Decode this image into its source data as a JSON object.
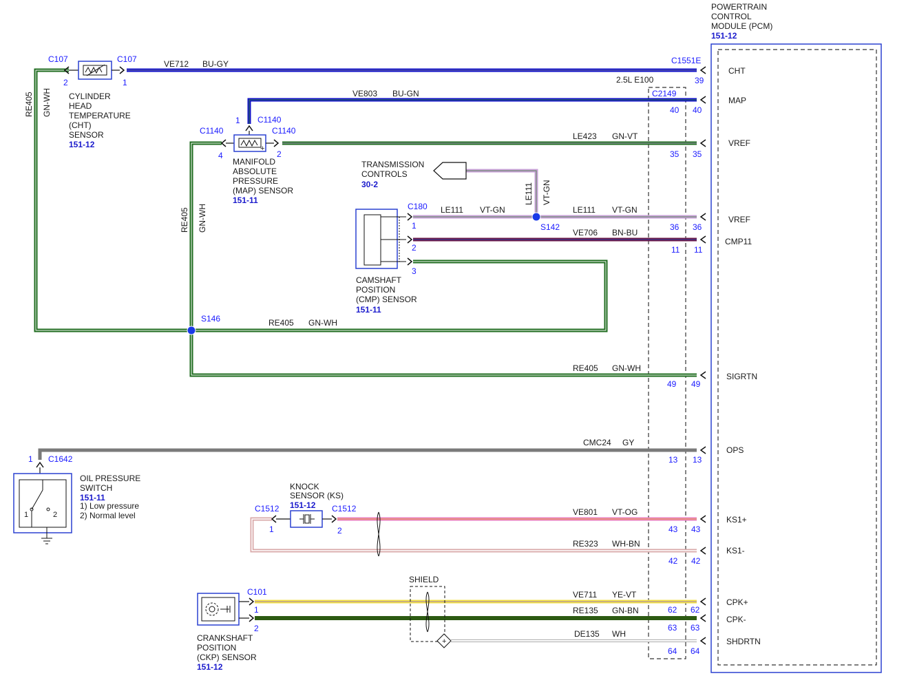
{
  "pcm": {
    "lines": [
      "POWERTRAIN",
      "CONTROL",
      "MODULE (PCM)"
    ],
    "ref": "151-12",
    "pins": [
      "CHT",
      "MAP",
      "VREF",
      "VREF",
      "CMP11",
      "SIGRTN",
      "OPS",
      "KS1+",
      "KS1-",
      "CPK+",
      "CPK-",
      "SHDRTN"
    ]
  },
  "connectors": {
    "c1551e": "C1551E",
    "c2149": "C2149",
    "engine_note": "2.5L E100"
  },
  "cht_sensor": {
    "lines": [
      "CYLINDER",
      "HEAD",
      "TEMPERATURE",
      "(CHT)",
      "SENSOR"
    ],
    "ref": "151-12",
    "conn_left": "C107",
    "conn_right": "C107",
    "pin_left": "2",
    "pin_right": "1"
  },
  "map_sensor": {
    "lines": [
      "MANIFOLD",
      "ABSOLUTE",
      "PRESSURE",
      "(MAP) SENSOR"
    ],
    "ref": "151-11",
    "conn_top": "C1140",
    "conn_left": "C1140",
    "conn_right": "C1140",
    "pin_top": "1",
    "pin_left": "4",
    "pin_right": "2"
  },
  "transmission": {
    "lines": [
      "TRANSMISSION",
      "CONTROLS"
    ],
    "ref": "30-2"
  },
  "cmp_sensor": {
    "lines": [
      "CAMSHAFT",
      "POSITION",
      "(CMP) SENSOR"
    ],
    "ref": "151-11",
    "conn": "C180",
    "pins": [
      "1",
      "2",
      "3"
    ]
  },
  "oil_switch": {
    "lines": [
      "OIL PRESSURE",
      "SWITCH"
    ],
    "ref": "151-11",
    "notes": [
      "1) Low pressure",
      "2) Normal level"
    ],
    "conn": "C1642",
    "pin": "1",
    "pin_a": "1",
    "pin_b": "2"
  },
  "knock_sensor": {
    "lines": [
      "KNOCK",
      "SENSOR (KS)"
    ],
    "ref": "151-12",
    "conn_left": "C1512",
    "conn_right": "C1512",
    "pin_left": "1",
    "pin_right": "2"
  },
  "ckp_sensor": {
    "lines": [
      "CRANKSHAFT",
      "POSITION",
      "(CKP) SENSOR"
    ],
    "ref": "151-12",
    "conn": "C101",
    "pins": [
      "1",
      "2"
    ]
  },
  "shield_label": "SHIELD",
  "splices": {
    "s146": "S146",
    "s142": "S142"
  },
  "wires": [
    {
      "circuit": "VE712",
      "color": "BU-GY",
      "pin_in": "",
      "pin_out": "39"
    },
    {
      "circuit": "VE803",
      "color": "BU-GN",
      "pin_in": "40",
      "pin_out": "40"
    },
    {
      "circuit": "LE423",
      "color": "GN-VT",
      "pin_in": "35",
      "pin_out": "35"
    },
    {
      "circuit": "LE111",
      "color": "VT-GN",
      "pin_in": "36",
      "pin_out": "36"
    },
    {
      "circuit": "VE706",
      "color": "BN-BU",
      "pin_in": "11",
      "pin_out": "11"
    },
    {
      "circuit": "RE405",
      "color": "GN-WH",
      "pin_in": "49",
      "pin_out": "49"
    },
    {
      "circuit": "CMC24",
      "color": "GY",
      "pin_in": "13",
      "pin_out": "13"
    },
    {
      "circuit": "VE801",
      "color": "VT-OG",
      "pin_in": "43",
      "pin_out": "43"
    },
    {
      "circuit": "RE323",
      "color": "WH-BN",
      "pin_in": "42",
      "pin_out": "42"
    },
    {
      "circuit": "VE711",
      "color": "YE-VT",
      "pin_in": "62",
      "pin_out": "62"
    },
    {
      "circuit": "RE135",
      "color": "GN-BN",
      "pin_in": "63",
      "pin_out": "63"
    },
    {
      "circuit": "DE135",
      "color": "WH",
      "pin_in": "64",
      "pin_out": "64"
    }
  ],
  "extra_labels": {
    "cmp_branch_circuit": "LE111",
    "cmp_branch_color": "VT-GN",
    "vertical_circuit": "LE111",
    "vertical_color": "VT-GN",
    "left_circuit": "RE405",
    "left_color": "GN-WH",
    "mid_circuit": "RE405",
    "mid_color": "GN-WH",
    "s146_circuit": "RE405",
    "s146_color": "GN-WH"
  },
  "wire_colors": {
    "blue": "#1010c8",
    "green": "#1e6b1e",
    "violet_green": "#c8a0d8",
    "brown_blue": "#6a1848",
    "gray": "#7a7a7a",
    "pink": "#e880c0",
    "white_brown": "#d8a8a8",
    "yellow": "#f2e040",
    "dark_green": "#2c5a12"
  }
}
